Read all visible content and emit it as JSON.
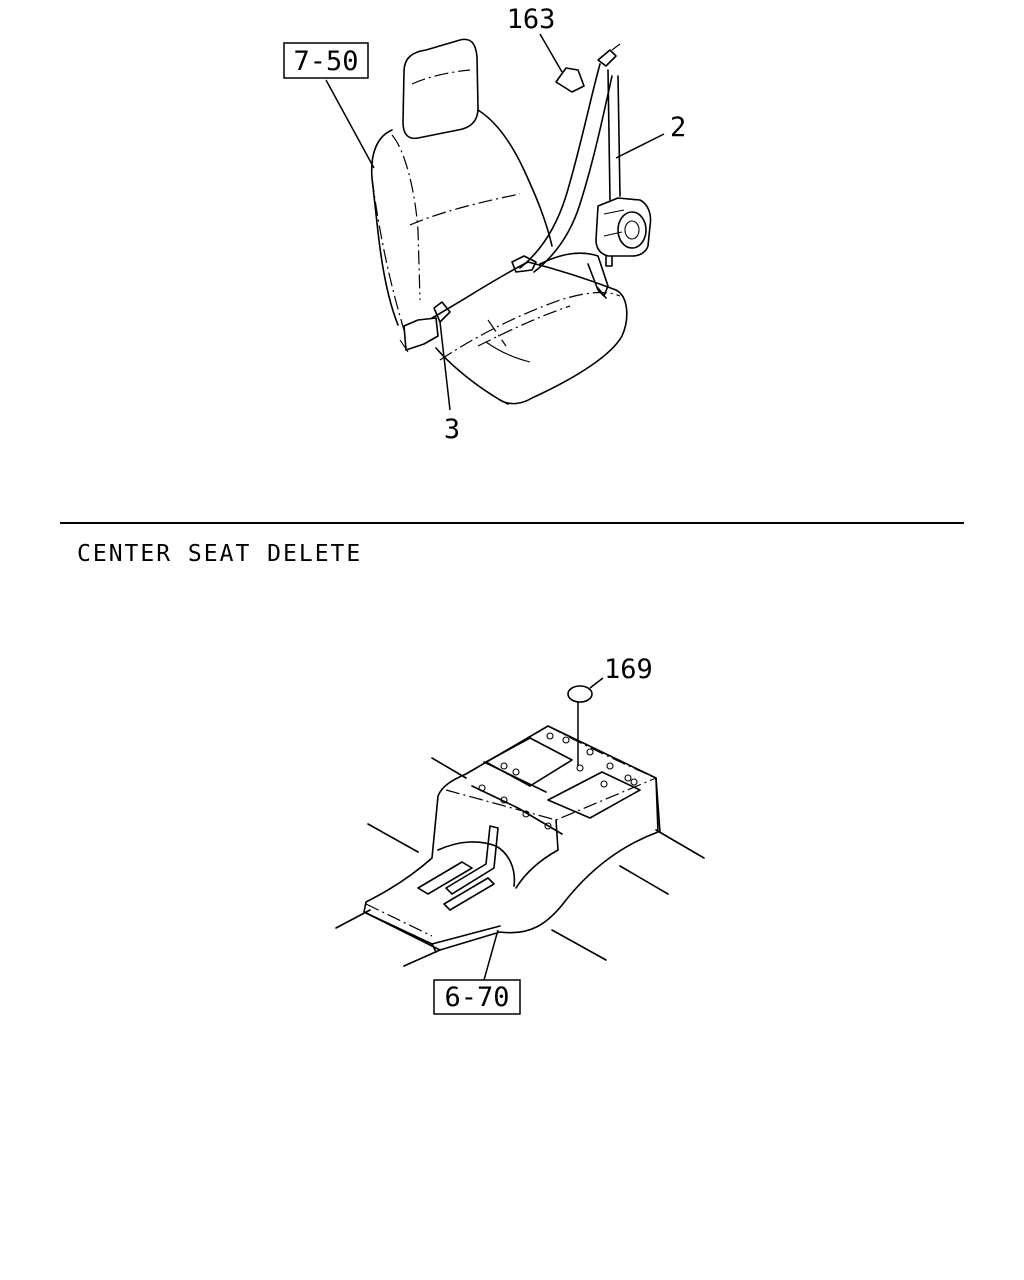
{
  "upper_view": {
    "callouts": {
      "seat_ref": "7-50",
      "part_163": "163",
      "part_2": "2",
      "part_3": "3"
    }
  },
  "section": {
    "title": "CENTER SEAT DELETE"
  },
  "lower_view": {
    "callouts": {
      "part_169": "169",
      "console_ref": "6-70"
    }
  }
}
